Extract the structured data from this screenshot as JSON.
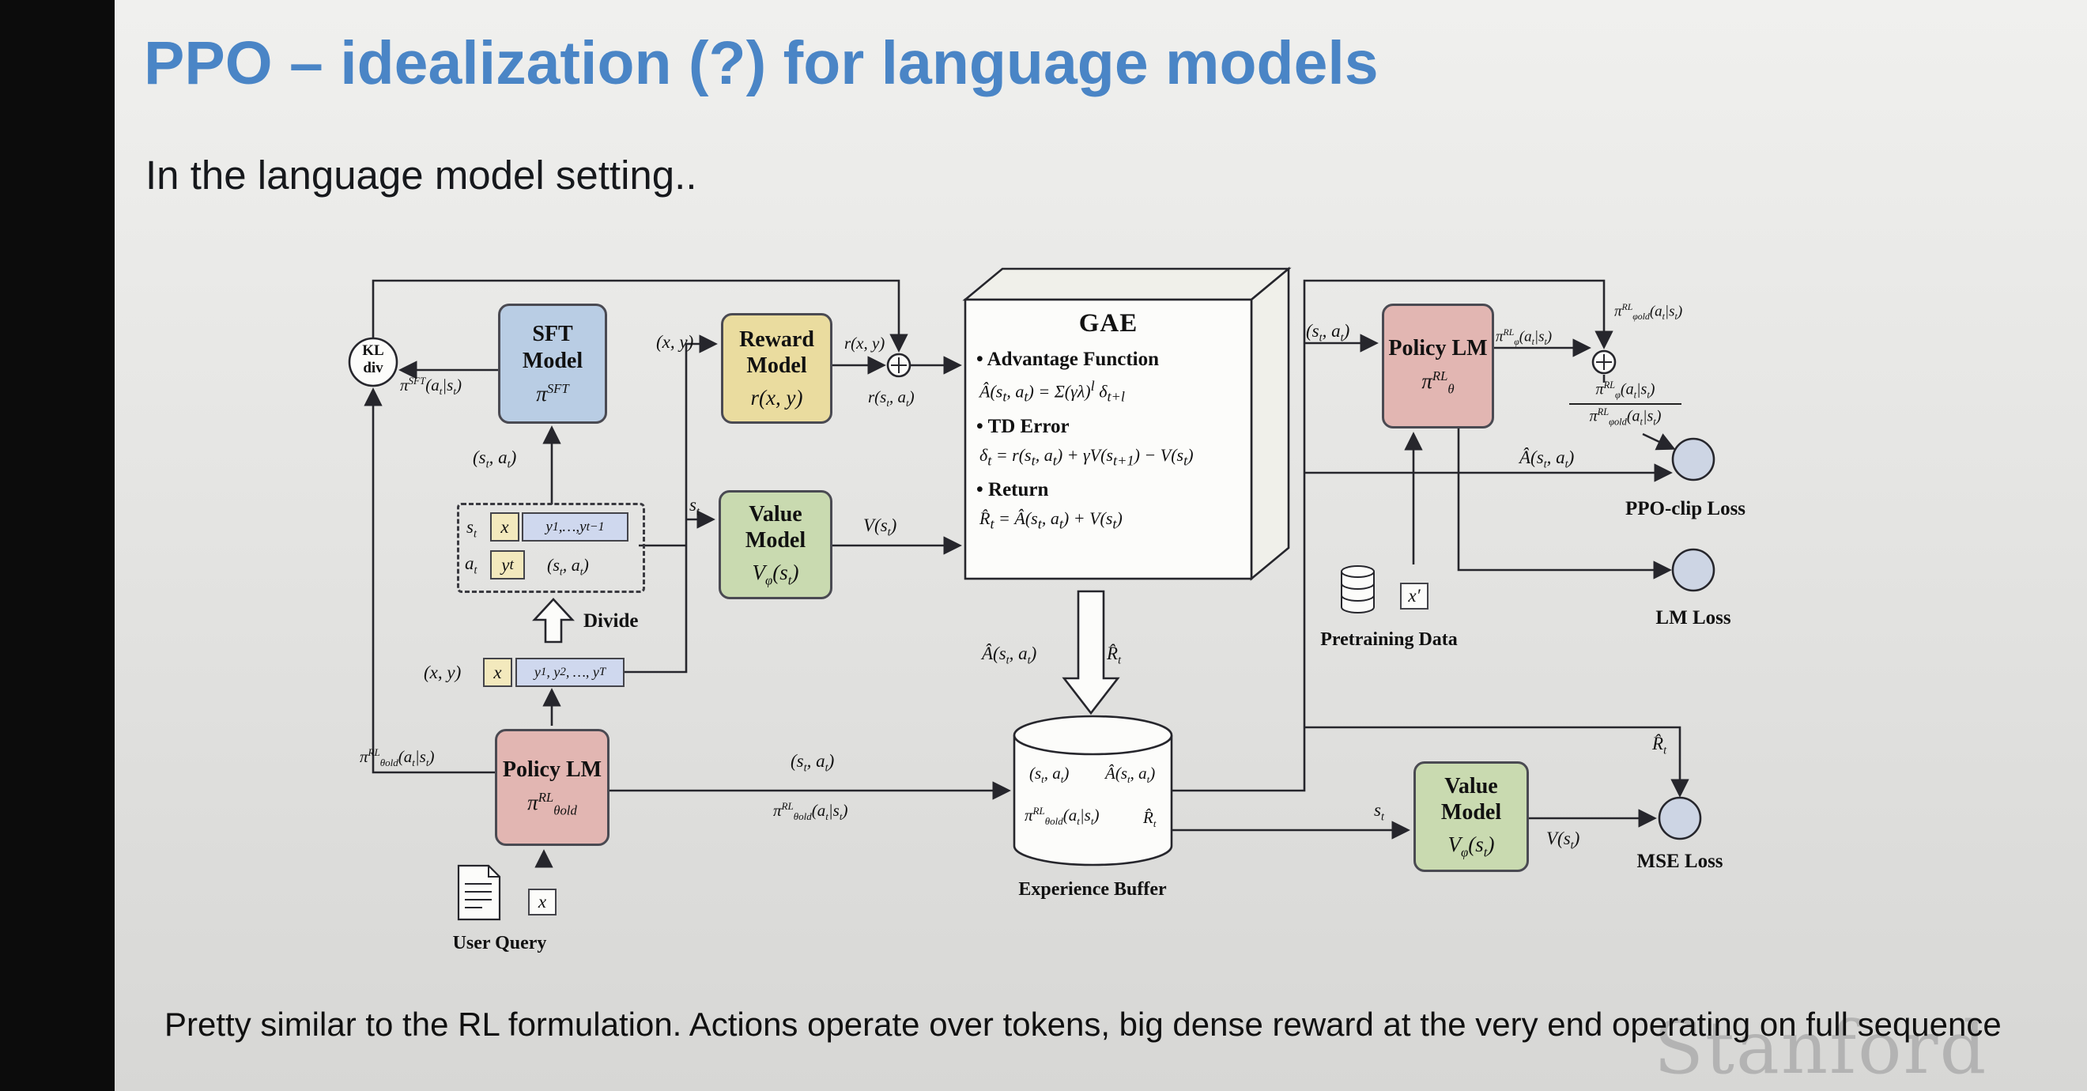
{
  "slide": {
    "title": "PPO – idealization (?) for language models",
    "subtitle": "In the language model setting..",
    "caption": "Pretty similar to the RL formulation. Actions operate over tokens, big dense reward at the very end operating on full sequence",
    "watermark": "Stanford"
  },
  "colors": {
    "title_blue": "#4a85c6",
    "text_dark": "#16181c",
    "line": "#26262c",
    "box_border": "#4a4a52",
    "sft_box": "#b9cde4",
    "reward_box": "#eadc9f",
    "value_box": "#c9dab0",
    "policy_box": "#e2b6b2",
    "loss_node": "#cdd5e4",
    "token_x": "#f3e9bd",
    "token_y": "#cfd8ee",
    "node_fill": "#fcfcfa",
    "gae_side": "#f0f0ea",
    "bg_top": "#f0f0ee",
    "bg_bottom": "#d7d7d5",
    "watermark": "#ababab",
    "letterbox": "#0c0c0c"
  },
  "diagram": {
    "kl": {
      "line1": "KL",
      "line2": "div"
    },
    "nodes": {
      "sft": {
        "title": "SFT Model",
        "formula": "π^{SFT}"
      },
      "reward": {
        "title": "Reward Model",
        "formula": "r(x, y)"
      },
      "value": {
        "title": "Value Model",
        "formula": "V_{φ}(s_{t})"
      },
      "policy_old": {
        "title": "Policy LM",
        "formula": "π^{RL}_{θold}"
      },
      "policy": {
        "title": "Policy LM",
        "formula": "π^{RL}_{θ}"
      },
      "value2": {
        "title": "Value Model",
        "formula": "V_{φ}(s_{t})"
      }
    },
    "gae": {
      "title": "GAE",
      "items": [
        {
          "heading": "Advantage Function",
          "formula": "Â(s_{t}, a_{t}) = Σ(γλ)^{l} δ_{t+l}"
        },
        {
          "heading": "TD Error",
          "formula": "δ_{t} = r(s_{t}, a_{t}) + γV(s_{t+1}) − V(s_{t})"
        },
        {
          "heading": "Return",
          "formula": "R̂_{t} = Â(s_{t}, a_{t}) + V(s_{t})"
        }
      ]
    },
    "tokens": {
      "s_t": "s_{t}",
      "a_t": "a_{t}",
      "x": "x",
      "y_partial": "y_{1},…,y_{t−1}",
      "y_t": "y_{t}",
      "st_at": "(s_{t}, a_{t})",
      "xy": "(x, y)",
      "y_full": "y_{1}, y_{2}, …, y_{T}",
      "x_prime": "x′"
    },
    "buffer": {
      "row1_left": "(s_{t}, a_{t})",
      "row1_right": "Â(s_{t}, a_{t})",
      "row2_left": "π^{RL}_{θold}(a_{t}|s_{t})",
      "row2_right": "R̂_{t}",
      "label": "Experience Buffer"
    },
    "losses": {
      "ppo": "PPO-clip Loss",
      "lm": "LM Loss",
      "mse": "MSE Loss"
    },
    "misc": {
      "divide": "Divide",
      "user_query": "User Query",
      "pretraining": "Pretraining Data"
    },
    "arrows": {
      "pi_sft": "π^{SFT}(a_{t}|s_{t})",
      "st_at_sft": "(s_{t}, a_{t})",
      "pi_old_left": "π^{RL}_{θold}(a_{t}|s_{t})",
      "xy_reward": "(x, y)",
      "r_xy": "r(x, y)",
      "r_st_at": "r(s_{t}, a_{t})",
      "s_t_value": "s_{t}",
      "v_st": "V(s_{t})",
      "adv_down": "Â(s_{t}, a_{t})",
      "ret_down": "R̂_{t}",
      "st_at_buffer": "(s_{t}, a_{t})",
      "pi_old_buffer": "π^{RL}_{θold}(a_{t}|s_{t})",
      "st_at_policy": "(s_{t}, a_{t})",
      "pi_phi": "π^{RL}_{φ}(a_{t}|s_{t})",
      "pi_phiold": "π^{RL}_{φold}(a_{t}|s_{t})",
      "ratio_num": "π^{RL}_{φ}(a_{t}|s_{t})",
      "ratio_den": "π^{RL}_{φold}(a_{t}|s_{t})",
      "adv_ppo": "Â(s_{t}, a_{t})",
      "s_t_value2": "s_{t}",
      "v_st2": "V(s_{t})",
      "rhat_mse": "R̂_{t}"
    }
  }
}
